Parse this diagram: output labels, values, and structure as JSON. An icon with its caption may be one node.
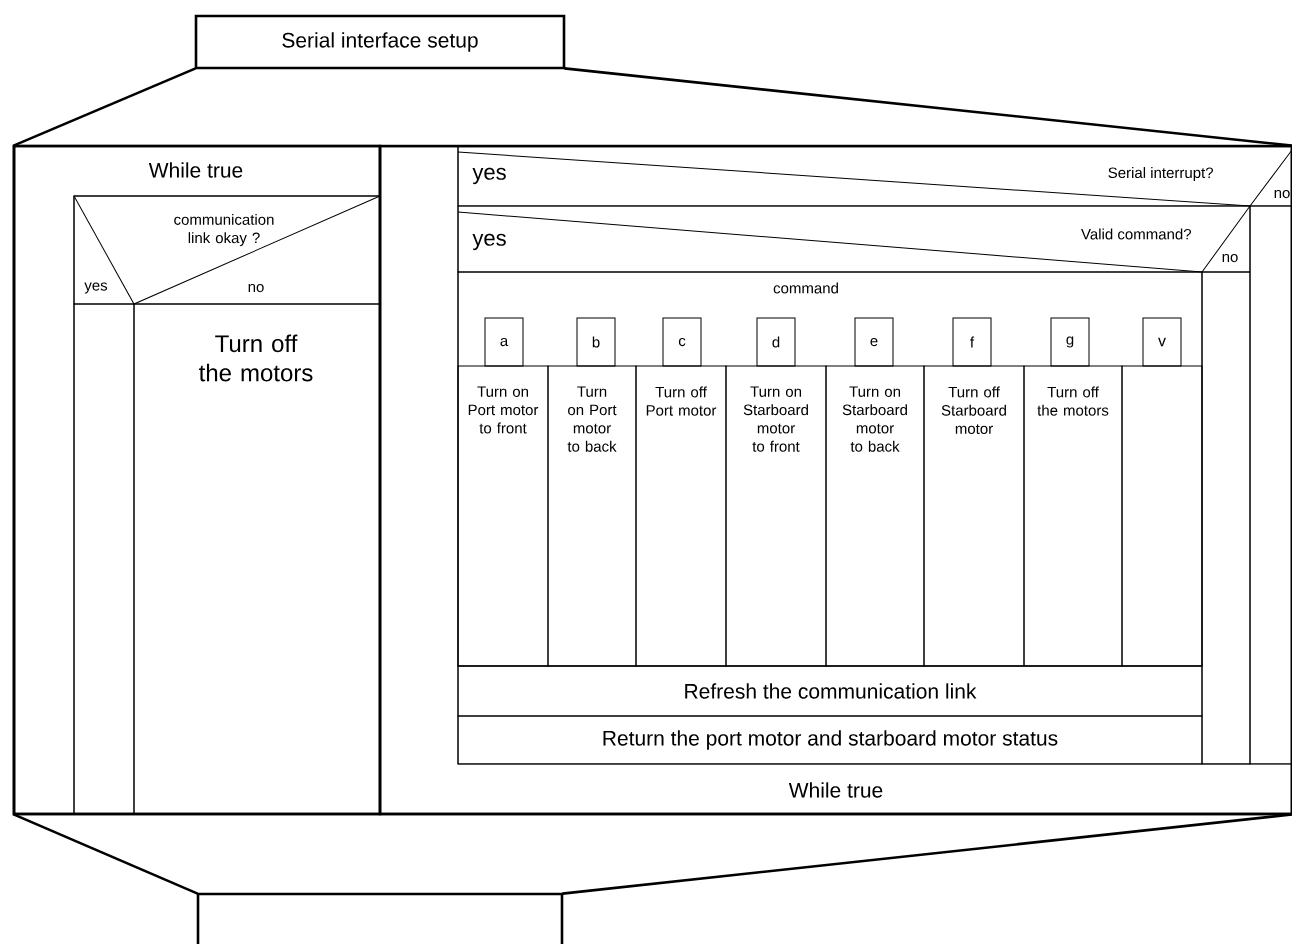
{
  "diagram": {
    "nodes": [
      {
        "text": [
          "Serial interface setup"
        ]
      },
      {
        "text": [],
        "shape": "box"
      },
      {
        "text": [
          "While true"
        ],
        "in": 1
      },
      {
        "text": [
          "communication link okay ?",
          "yes",
          "no"
        ],
        "in": 2
      },
      {
        "text": [],
        "shape": "box",
        "in": 2
      },
      {
        "text": [
          "Turn off the motors"
        ],
        "in": 2
      },
      {
        "text": [
          "While true"
        ],
        "in": 1
      },
      {
        "text": [
          "yes",
          "Serial interrupt?",
          "no"
        ],
        "in": 6
      },
      {
        "text": [],
        "shape": "box",
        "in": 6
      },
      {
        "text": [
          "yes",
          "Valid command?",
          "no"
        ],
        "in": 6
      },
      {
        "text": [],
        "shape": "box",
        "in": 6
      },
      {
        "text": [
          "command"
        ],
        "in": 6
      },
      {
        "text": [
          "a"
        ],
        "in": 11
      },
      {
        "text": [
          "b"
        ],
        "in": 11
      },
      {
        "text": [
          "c"
        ],
        "in": 11
      },
      {
        "text": [
          "d"
        ],
        "in": 11
      },
      {
        "text": [
          "e"
        ],
        "in": 11
      },
      {
        "text": [
          "f"
        ],
        "in": 11
      },
      {
        "text": [
          "g"
        ],
        "in": 11
      },
      {
        "text": [
          "v"
        ],
        "in": 11
      },
      {
        "text": [
          "Turn on Port motor to front"
        ],
        "in": 11
      },
      {
        "text": [
          "Turn on Port motor to back"
        ],
        "in": 11
      },
      {
        "text": [
          "Turn off Port motor"
        ],
        "in": 11
      },
      {
        "text": [
          "Turn on Starboard motor to front"
        ],
        "in": 11
      },
      {
        "text": [
          "Turn on Starboard motor to back"
        ],
        "in": 11
      },
      {
        "text": [
          "Turn off Starboard motor"
        ],
        "in": 11
      },
      {
        "text": [
          "Turn off the motors"
        ],
        "in": 11
      },
      {
        "text": [],
        "shape": "box",
        "in": 11
      },
      {
        "text": [
          "Refresh the communication link"
        ],
        "in": 6
      },
      {
        "text": [
          "Return the port motor and starboard motor  status"
        ],
        "in": 6
      },
      {
        "text": [],
        "shape": "box"
      }
    ],
    "edges": [
      {
        "from": 0,
        "to": 1,
        "arrow": "none"
      },
      {
        "from": 0,
        "to": 1,
        "arrow": "none"
      },
      {
        "from": 1,
        "to": 30,
        "arrow": "none"
      },
      {
        "from": 1,
        "to": 30,
        "arrow": "none"
      }
    ]
  }
}
